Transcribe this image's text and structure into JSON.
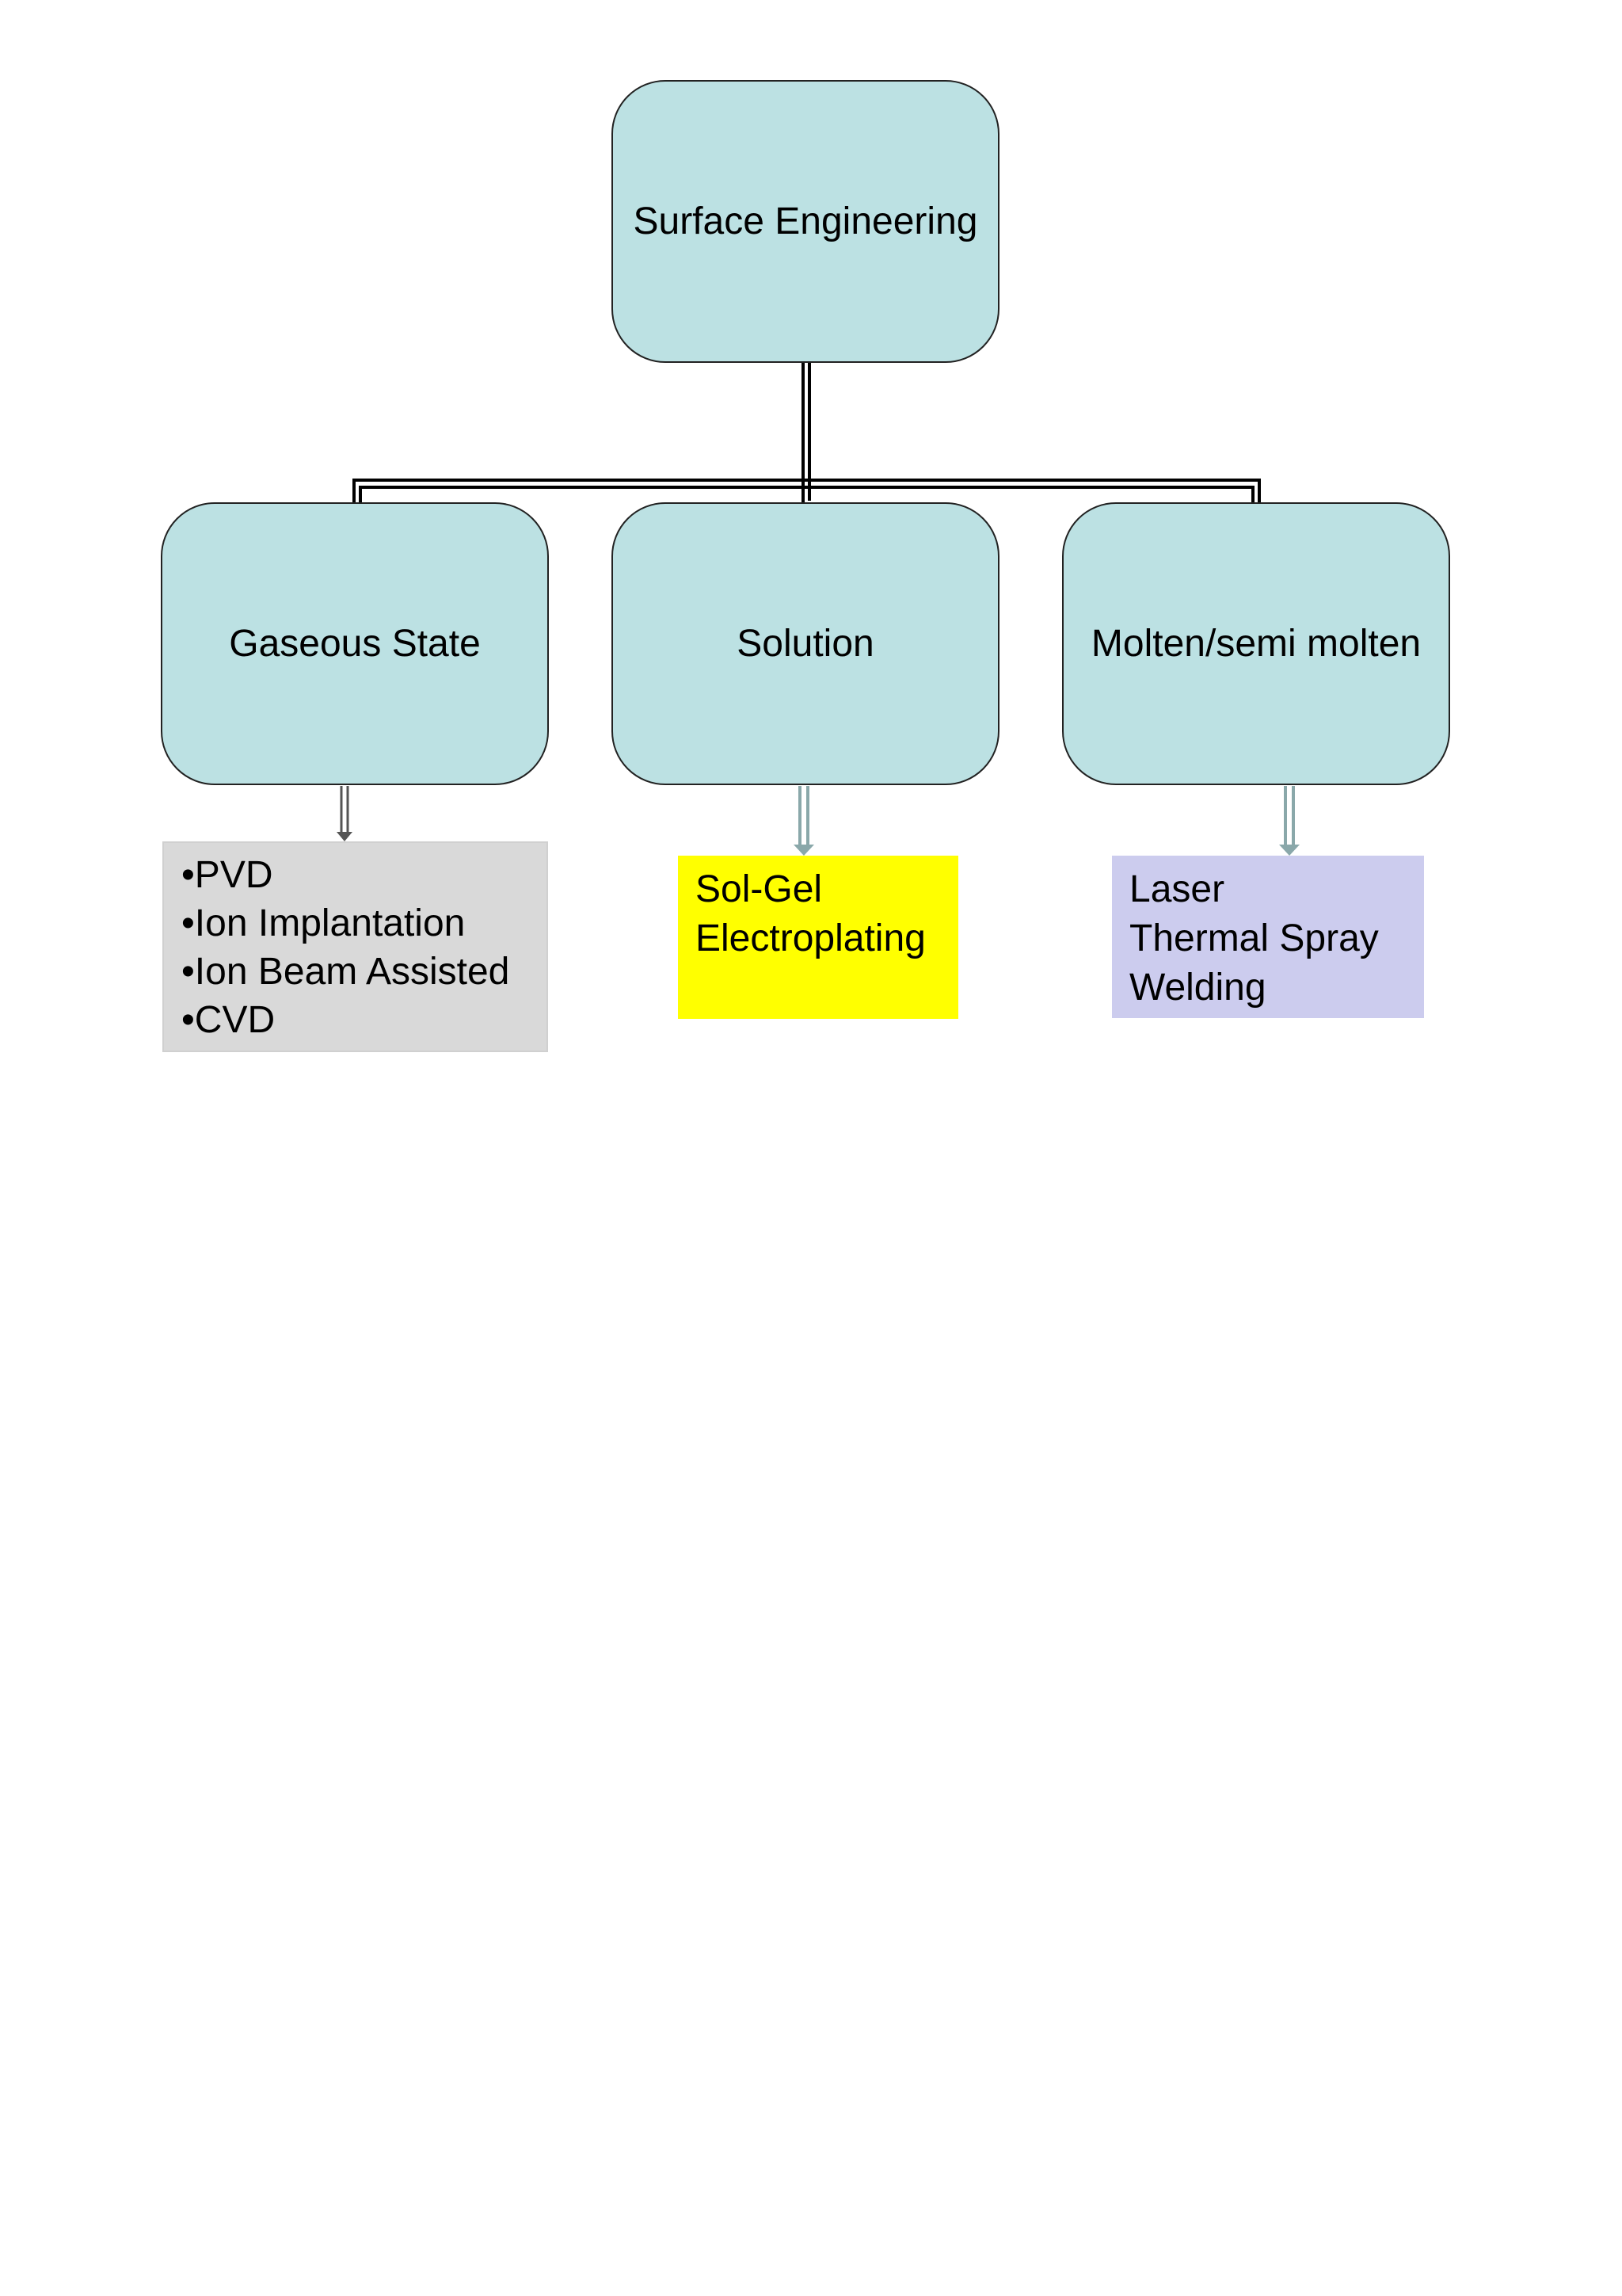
{
  "colors": {
    "node_fill": "#bce1e3",
    "node_border": "#222222",
    "connector": "#000000",
    "arrow": "#9ab7b9",
    "leaf_gaseous_fill": "#d9d9d9",
    "leaf_solution_fill": "#ffff00",
    "leaf_molten_fill": "#ccccee"
  },
  "root": {
    "label": "Surface Engineering"
  },
  "categories": [
    {
      "label": "Gaseous State",
      "items": [
        "•PVD",
        "•Ion Implantation",
        "•Ion Beam Assisted",
        "•CVD"
      ]
    },
    {
      "label": "Solution",
      "items": [
        "Sol-Gel",
        "Electroplating"
      ]
    },
    {
      "label": "Molten/semi molten",
      "items": [
        "Laser",
        "Thermal Spray",
        "Welding"
      ]
    }
  ]
}
